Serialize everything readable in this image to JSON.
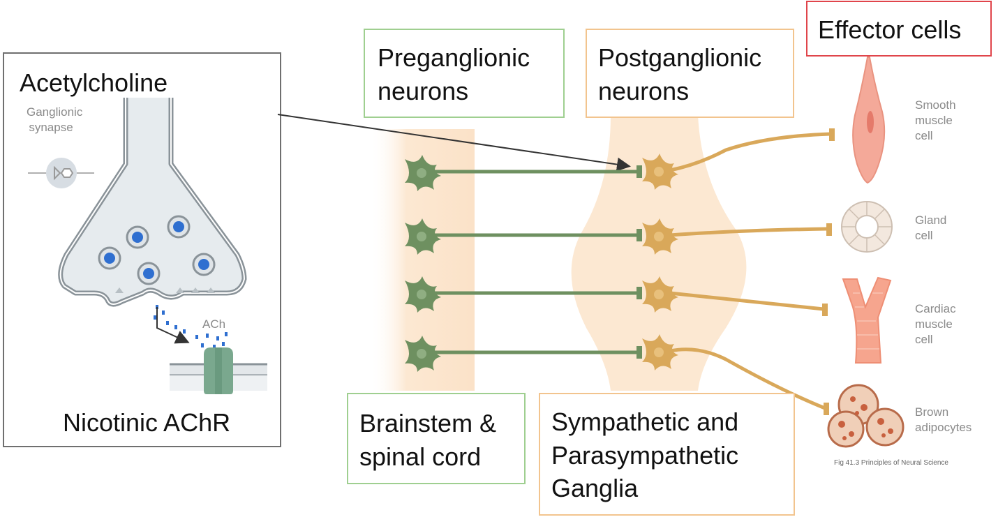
{
  "inset": {
    "title": "Acetylcholine",
    "synapse_label_line1": "Ganglionic",
    "synapse_label_line2": "synapse",
    "ach_label": "ACh",
    "receptor_label": "Nicotinic AChR"
  },
  "headers": {
    "preganglionic_line1": "Preganglionic",
    "preganglionic_line2": "neurons",
    "postganglionic_line1": "Postganglionic",
    "postganglionic_line2": "neurons",
    "effector": "Effector cells"
  },
  "footers": {
    "cns_line1": "Brainstem &",
    "cns_line2": "spinal cord",
    "ganglia_line1": "Sympathetic and",
    "ganglia_line2": "Parasympathetic",
    "ganglia_line3": "Ganglia"
  },
  "effectors": {
    "smooth_line1": "Smooth",
    "smooth_line2": "muscle",
    "smooth_line3": "cell",
    "gland_line1": "Gland",
    "gland_line2": "cell",
    "cardiac_line1": "Cardiac",
    "cardiac_line2": "muscle",
    "cardiac_line3": "cell",
    "brown_line1": "Brown",
    "brown_line2": "adipocytes"
  },
  "citation": "Fig 41.3 Principles of Neural Science",
  "colors": {
    "preganglionic": "#6e9060",
    "postganglionic": "#d9a85a",
    "tissue": "#fce8d2",
    "green_border": "#9fcf90",
    "orange_border": "#f2c48e",
    "red_border": "#e0454b",
    "vesicle_blue": "#2f6fd0",
    "receptor": "#7aa88e"
  }
}
